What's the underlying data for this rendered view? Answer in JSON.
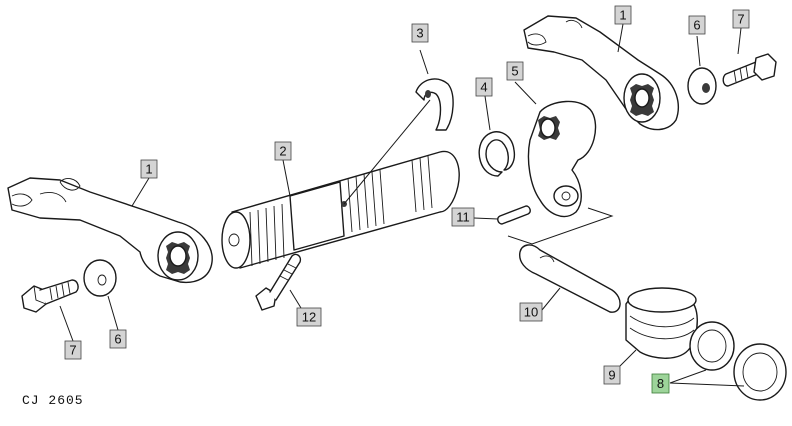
{
  "figure_ref": "CJ 2605",
  "colors": {
    "callout_fill": "#d4d4d4",
    "callout_highlight": "#9dd49a",
    "line": "#1a1a1a"
  },
  "callouts": [
    {
      "id": "c1-left",
      "label": "1"
    },
    {
      "id": "c1-right",
      "label": "1"
    },
    {
      "id": "c2",
      "label": "2"
    },
    {
      "id": "c3",
      "label": "3"
    },
    {
      "id": "c4",
      "label": "4"
    },
    {
      "id": "c5",
      "label": "5"
    },
    {
      "id": "c6-left",
      "label": "6"
    },
    {
      "id": "c6-right",
      "label": "6"
    },
    {
      "id": "c7-left",
      "label": "7"
    },
    {
      "id": "c7-right",
      "label": "7"
    },
    {
      "id": "c8",
      "label": "8",
      "highlighted": true
    },
    {
      "id": "c9",
      "label": "9"
    },
    {
      "id": "c10",
      "label": "10"
    },
    {
      "id": "c11",
      "label": "11"
    },
    {
      "id": "c12",
      "label": "12"
    }
  ]
}
